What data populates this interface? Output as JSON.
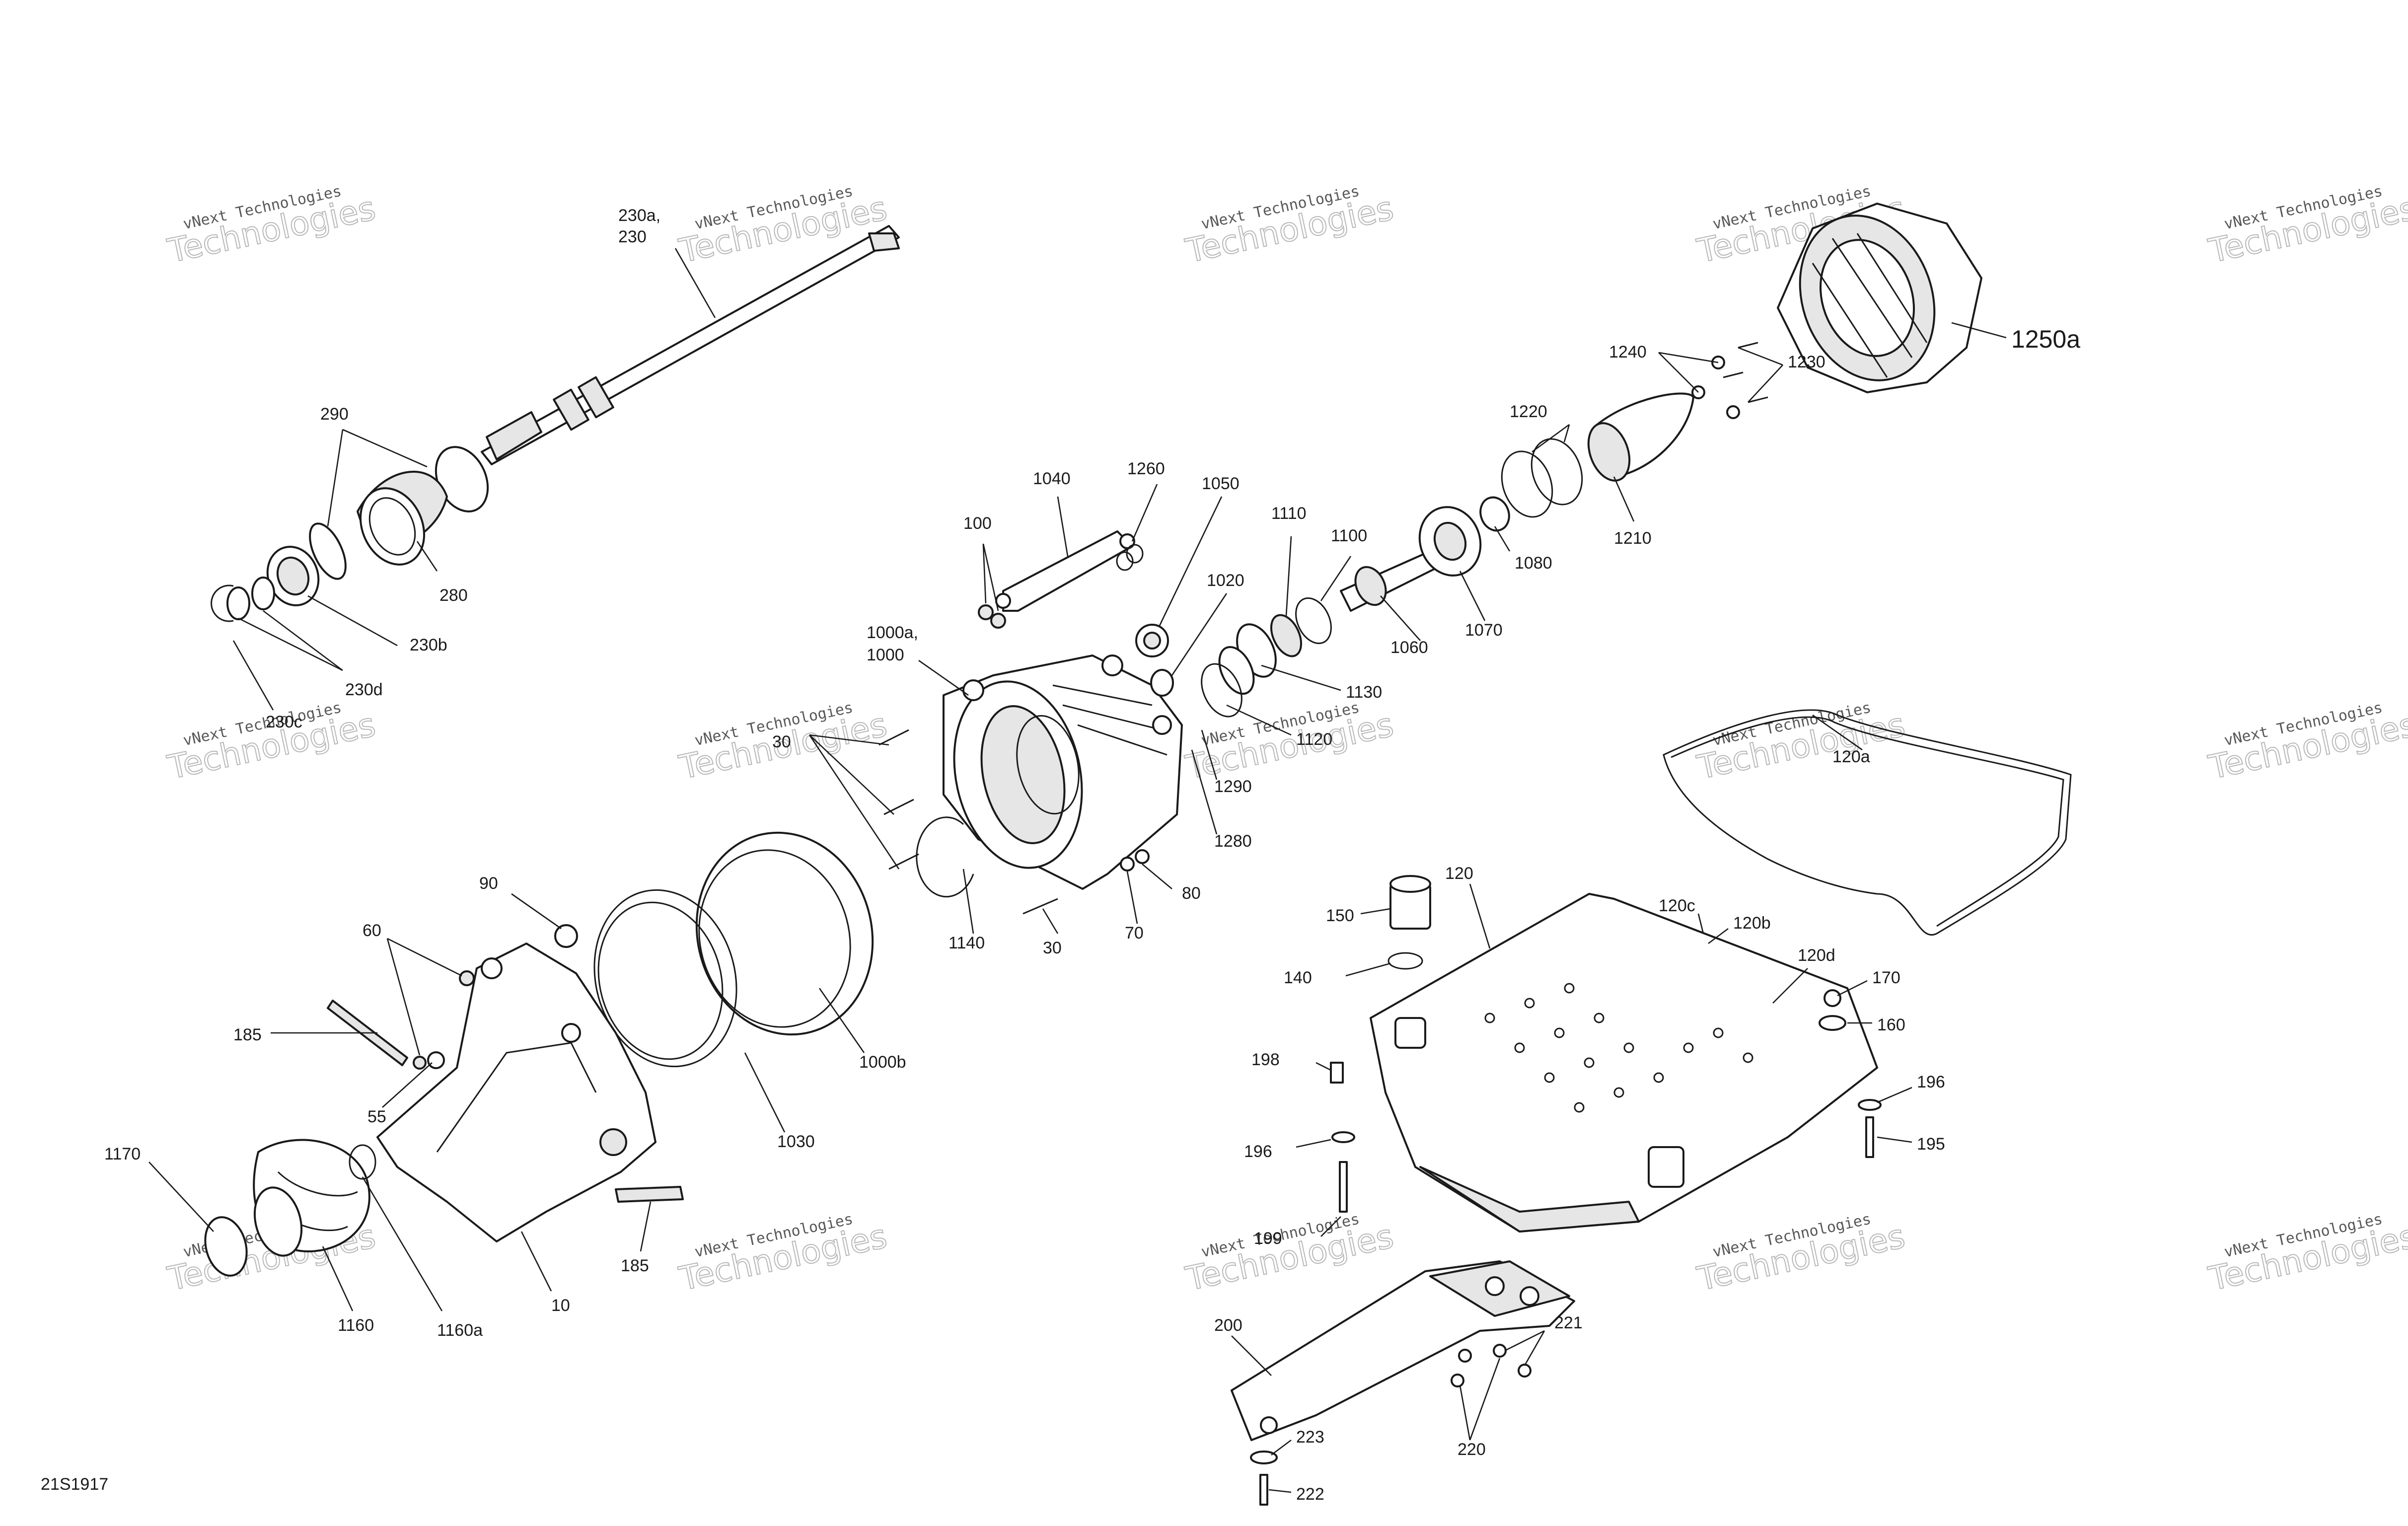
{
  "reference_code": "21S1917",
  "watermark": {
    "line1": "vNext Technologies",
    "line2": "Technologies",
    "line3": "vNext"
  },
  "callouts": [
    {
      "id": "c-230a",
      "text": "230a,"
    },
    {
      "id": "c-230",
      "text": "230"
    },
    {
      "id": "c-290",
      "text": "290"
    },
    {
      "id": "c-280",
      "text": "280"
    },
    {
      "id": "c-230b",
      "text": "230b"
    },
    {
      "id": "c-230d",
      "text": "230d"
    },
    {
      "id": "c-230c",
      "text": "230c"
    },
    {
      "id": "c-1040",
      "text": "1040"
    },
    {
      "id": "c-1260",
      "text": "1260"
    },
    {
      "id": "c-100",
      "text": "100"
    },
    {
      "id": "c-1050",
      "text": "1050"
    },
    {
      "id": "c-1020",
      "text": "1020"
    },
    {
      "id": "c-1110",
      "text": "1110"
    },
    {
      "id": "c-1100",
      "text": "1100"
    },
    {
      "id": "c-1000a",
      "text": "1000a,"
    },
    {
      "id": "c-1000",
      "text": "1000"
    },
    {
      "id": "c-1130",
      "text": "1130"
    },
    {
      "id": "c-1120",
      "text": "1120"
    },
    {
      "id": "c-1290",
      "text": "1290"
    },
    {
      "id": "c-1280",
      "text": "1280"
    },
    {
      "id": "c-1060",
      "text": "1060"
    },
    {
      "id": "c-1070",
      "text": "1070"
    },
    {
      "id": "c-1080",
      "text": "1080"
    },
    {
      "id": "c-1220",
      "text": "1220"
    },
    {
      "id": "c-1210",
      "text": "1210"
    },
    {
      "id": "c-1240",
      "text": "1240"
    },
    {
      "id": "c-1230",
      "text": "1230"
    },
    {
      "id": "c-1250a",
      "text": "1250a"
    },
    {
      "id": "c-120a",
      "text": "120a"
    },
    {
      "id": "c-30a",
      "text": "30"
    },
    {
      "id": "c-30b",
      "text": "30"
    },
    {
      "id": "c-1140",
      "text": "1140"
    },
    {
      "id": "c-70",
      "text": "70"
    },
    {
      "id": "c-80",
      "text": "80"
    },
    {
      "id": "c-90",
      "text": "90"
    },
    {
      "id": "c-60",
      "text": "60"
    },
    {
      "id": "c-185a",
      "text": "185"
    },
    {
      "id": "c-55",
      "text": "55"
    },
    {
      "id": "c-1000b",
      "text": "1000b"
    },
    {
      "id": "c-1030",
      "text": "1030"
    },
    {
      "id": "c-1170",
      "text": "1170"
    },
    {
      "id": "c-1160",
      "text": "1160"
    },
    {
      "id": "c-1160a",
      "text": "1160a"
    },
    {
      "id": "c-10",
      "text": "10"
    },
    {
      "id": "c-185b",
      "text": "185"
    },
    {
      "id": "c-120",
      "text": "120"
    },
    {
      "id": "c-150",
      "text": "150"
    },
    {
      "id": "c-140",
      "text": "140"
    },
    {
      "id": "c-120c",
      "text": "120c"
    },
    {
      "id": "c-120b",
      "text": "120b"
    },
    {
      "id": "c-120d",
      "text": "120d"
    },
    {
      "id": "c-170",
      "text": "170"
    },
    {
      "id": "c-160",
      "text": "160"
    },
    {
      "id": "c-198",
      "text": "198"
    },
    {
      "id": "c-196a",
      "text": "196"
    },
    {
      "id": "c-196b",
      "text": "196"
    },
    {
      "id": "c-195",
      "text": "195"
    },
    {
      "id": "c-199",
      "text": "199"
    },
    {
      "id": "c-200",
      "text": "200"
    },
    {
      "id": "c-221",
      "text": "221"
    },
    {
      "id": "c-220",
      "text": "220"
    },
    {
      "id": "c-223",
      "text": "223"
    },
    {
      "id": "c-222",
      "text": "222"
    }
  ]
}
